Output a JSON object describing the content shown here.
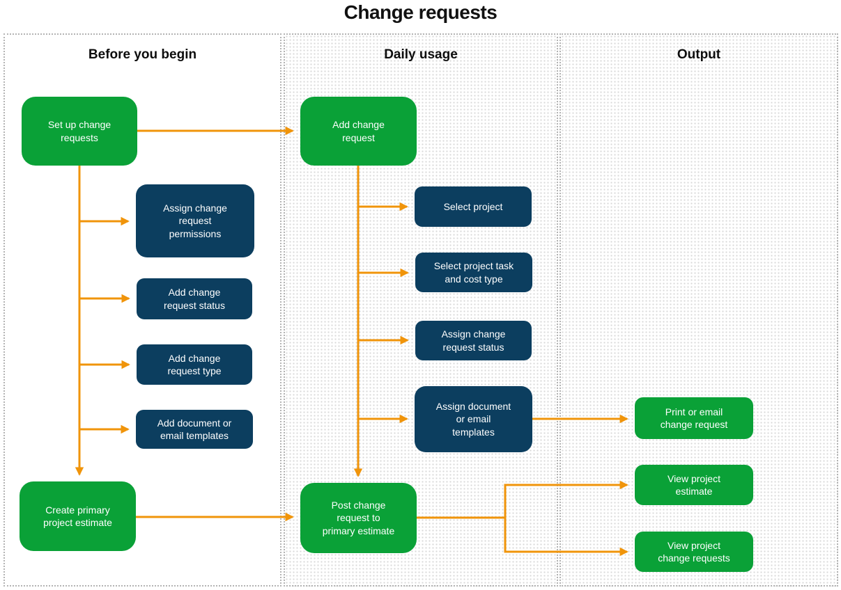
{
  "title": "Change requests",
  "columns": [
    {
      "header": "Before you begin"
    },
    {
      "header": "Daily usage"
    },
    {
      "header": "Output"
    }
  ],
  "nodes": {
    "setup_change_requests": {
      "label": "Set up change\nrequests",
      "type": "green"
    },
    "assign_cr_permissions": {
      "label": "Assign change\nrequest\npermissions",
      "type": "blue"
    },
    "add_cr_status": {
      "label": "Add change\nrequest status",
      "type": "blue"
    },
    "add_cr_type": {
      "label": "Add change\nrequest type",
      "type": "blue"
    },
    "add_doc_email_templates": {
      "label": "Add document or\nemail templates",
      "type": "blue"
    },
    "create_primary_estimate": {
      "label": "Create primary\nproject estimate",
      "type": "green"
    },
    "add_change_request": {
      "label": "Add change\nrequest",
      "type": "green"
    },
    "select_project": {
      "label": "Select project",
      "type": "blue"
    },
    "select_task_cost_type": {
      "label": "Select project task\nand cost type",
      "type": "blue"
    },
    "assign_cr_status_daily": {
      "label": "Assign change\nrequest status",
      "type": "blue"
    },
    "assign_doc_templates": {
      "label": "Assign document\nor email\ntemplates",
      "type": "blue"
    },
    "post_change_request": {
      "label": "Post change\nrequest to\nprimary estimate",
      "type": "green"
    },
    "print_email_cr": {
      "label": "Print or email\nchange request",
      "type": "green"
    },
    "view_project_estimate": {
      "label": "View project\nestimate",
      "type": "green"
    },
    "view_project_crs": {
      "label": "View project\nchange requests",
      "type": "green"
    }
  },
  "colors": {
    "green": "#0aa137",
    "blue": "#0c3e5f",
    "arrow": "#f0940a",
    "border": "#b3b3b3",
    "dots": "#d9d9d9",
    "title": "#111111"
  }
}
